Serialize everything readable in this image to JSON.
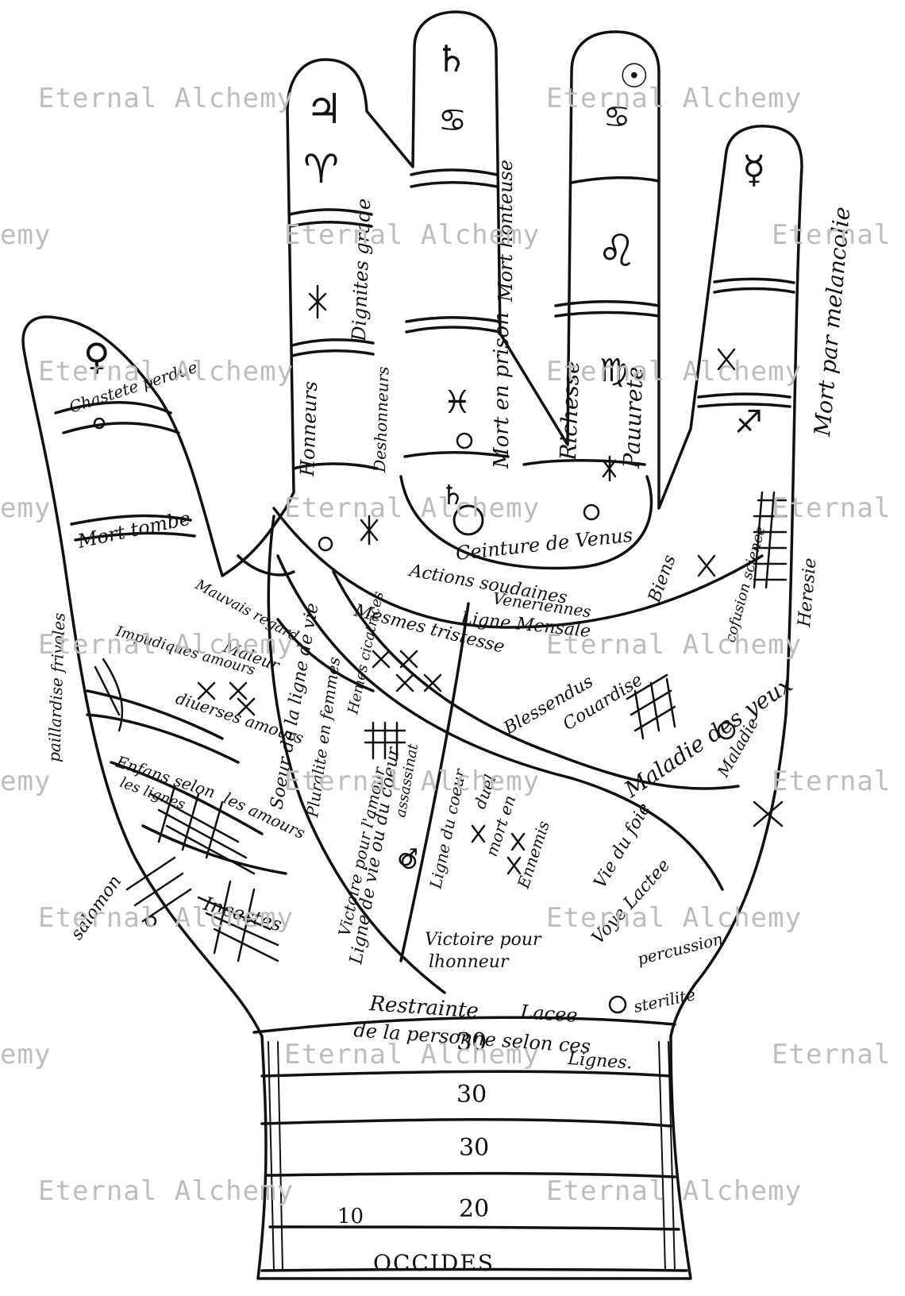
{
  "watermark": {
    "text": "Eternal Alchemy",
    "text_tail": "emy",
    "text_head": "Eternal",
    "color": "#bdbdbd"
  },
  "symbols": {
    "jupiter": "♃",
    "aries": "♈",
    "saturn": "♄",
    "scorpio_like": "♋",
    "sun": "☉",
    "cancer": "♋",
    "leo": "♌",
    "virgo": "♍",
    "pisces": "♓",
    "mercury": "☿",
    "venus": "♀",
    "sagittarius": "♐",
    "mars": "♂"
  },
  "labels": {
    "chastete_perdue": "Chastete perdue",
    "mort_tombe": "Mort tombe",
    "dignites_grade": "Dignites grade",
    "honneurs": "Honneurs",
    "deshonneurs": "Deshonneurs",
    "mort_en_prison": "Mort en prison",
    "mort_honteuse": "Mort honteuse",
    "richesse": "Richesse",
    "pauurete": "Pauurete",
    "mort_par_melancolie": "Mort par melancolie",
    "ceinture_de_venus": "Ceinture de Venus",
    "actions_soudaines": "Actions soudaines",
    "veneriennes": "Veneriennes",
    "ligne_mensale": "Ligne Mensale",
    "mesmes_tristesse": "Mesmes tristesse",
    "biens": "Biens",
    "cofusion_science": "cofusion science",
    "heresie": "Heresie",
    "mauvais_regard": "Mauvais regard",
    "maleur": "Maleur",
    "impudiques_amours": "Impudiques amours",
    "diuerses_amours": "diuerses amours",
    "paillardise_frivoles": "paillardise frivoles",
    "soeur_ligne_de_vie": "Soeur de la ligne de vie",
    "pluralite_en_femmes": "Pluralite en femmes",
    "hemes_cicatrices": "Hemes cicatrices",
    "blessendus": "Blessendus",
    "couardise": "Couardise",
    "maladie_des_yeux": "Maladie des yeux",
    "maladie": "Maladie",
    "enfans_selon": "Enfans selon",
    "les_lignes": "les lignes",
    "les_amours": "les amours",
    "ligne_de_vie": "Ligne de vie ou du coeur",
    "assassin": "assassinat",
    "ligne_du_coeur": "Ligne du coeur",
    "duel": "duel",
    "mort_en_duel": "mort en",
    "ennemis": "Ennemis",
    "vie_du_foie": "Vie du foie",
    "salomon": "salomon",
    "incestes": "Incestes",
    "victoire_pour_lhonneur_a": "Victoire pour",
    "victoire_pour_lhonneur_b": "lhonneur",
    "victoire_pour_amour": "Victoire pour l'amour",
    "voye_lactee": "Voye Lactee",
    "percussion": "percussion",
    "sterilite": "sterilite",
    "restrainte": "Restrainte",
    "lacee": "Lacee",
    "de_la_personne": "de la personne selon ces",
    "lignes": "Lignes.",
    "occides": "OCCIDES"
  },
  "wrist": {
    "band1": "30",
    "band2": "30",
    "band3": "30",
    "band4_left": "10",
    "band4_right": "20"
  }
}
